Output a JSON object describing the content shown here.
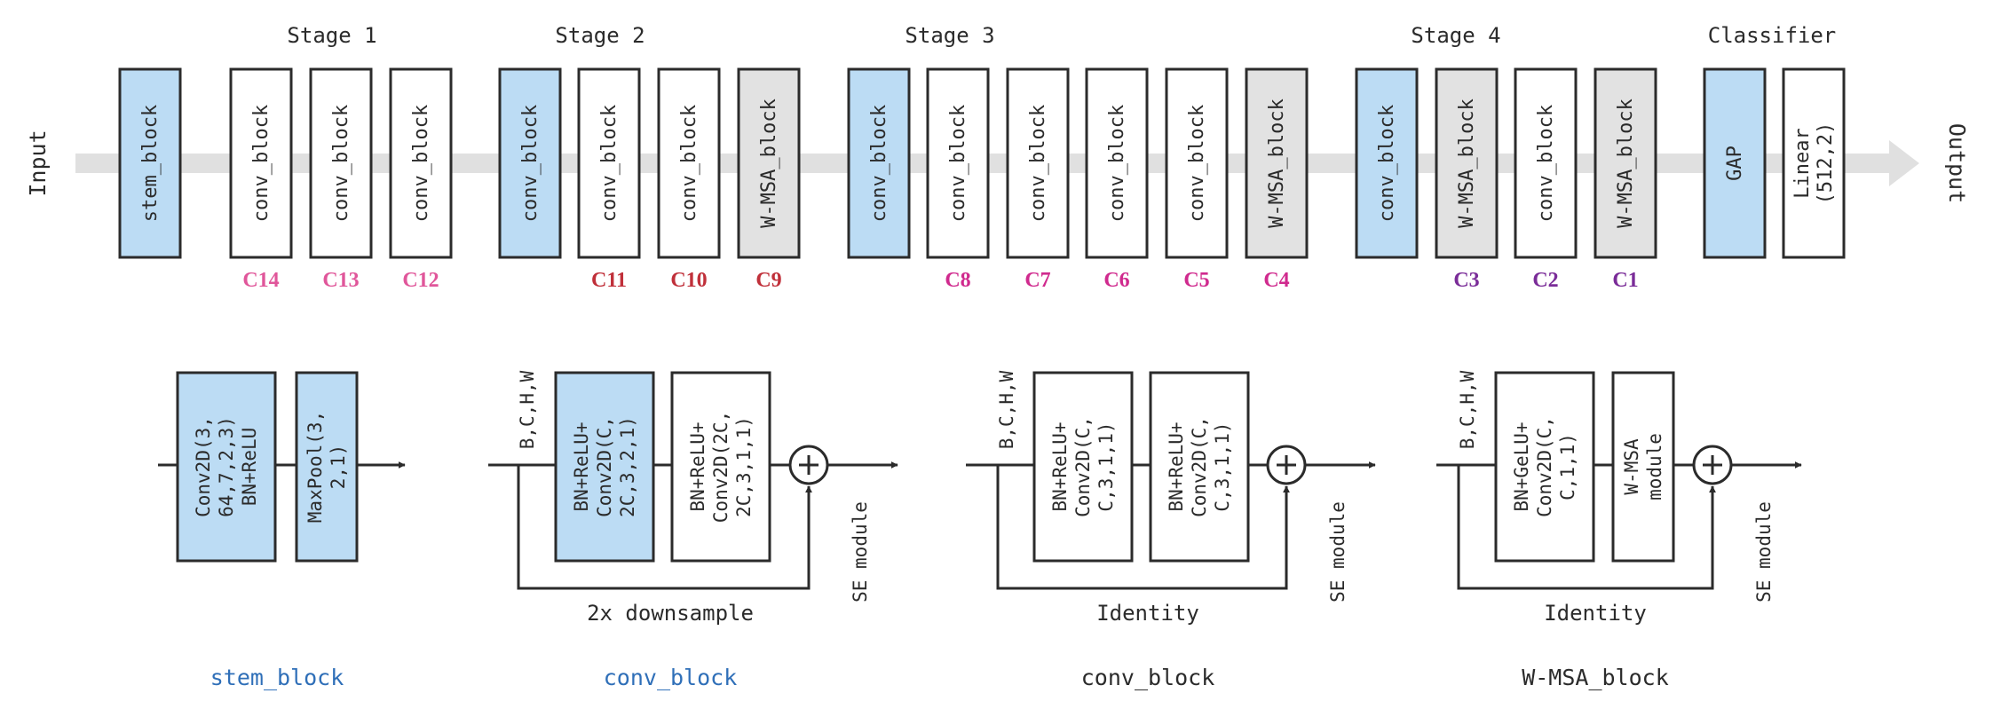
{
  "colors": {
    "blue_fill": "#bcdcf4",
    "gray_fill": "#e2e2e2",
    "stroke": "#2b2b2b",
    "track": "#e0e0e0",
    "pink": "#e0569a",
    "red": "#c0303a",
    "magenta": "#d02a8e",
    "purple": "#7a2c98",
    "title_blue": "#2f6fb8"
  },
  "io": {
    "input": "Input",
    "output": "Output"
  },
  "stages": [
    "Stage 1",
    "Stage 2",
    "Stage 3",
    "Stage 4",
    "Classifier"
  ],
  "pipeline": [
    {
      "label": "stem_block",
      "fill": "blue",
      "code": ""
    },
    {
      "label": "conv_block",
      "fill": "white",
      "code": "C14",
      "code_color": "pink"
    },
    {
      "label": "conv_block",
      "fill": "white",
      "code": "C13",
      "code_color": "pink"
    },
    {
      "label": "conv_block",
      "fill": "white",
      "code": "C12",
      "code_color": "pink"
    },
    {
      "label": "conv_block",
      "fill": "blue",
      "code": ""
    },
    {
      "label": "conv_block",
      "fill": "white",
      "code": "C11",
      "code_color": "red"
    },
    {
      "label": "conv_block",
      "fill": "white",
      "code": "C10",
      "code_color": "red"
    },
    {
      "label": "W-MSA_block",
      "fill": "gray",
      "code": "C9",
      "code_color": "red"
    },
    {
      "label": "conv_block",
      "fill": "blue",
      "code": ""
    },
    {
      "label": "conv_block",
      "fill": "white",
      "code": "C8",
      "code_color": "magenta"
    },
    {
      "label": "conv_block",
      "fill": "white",
      "code": "C7",
      "code_color": "magenta"
    },
    {
      "label": "conv_block",
      "fill": "white",
      "code": "C6",
      "code_color": "magenta"
    },
    {
      "label": "conv_block",
      "fill": "white",
      "code": "C5",
      "code_color": "magenta"
    },
    {
      "label": "W-MSA_block",
      "fill": "gray",
      "code": "C4",
      "code_color": "magenta"
    },
    {
      "label": "conv_block",
      "fill": "blue",
      "code": ""
    },
    {
      "label": "W-MSA_block",
      "fill": "gray",
      "code": "C3",
      "code_color": "purple"
    },
    {
      "label": "conv_block",
      "fill": "white",
      "code": "C2",
      "code_color": "purple"
    },
    {
      "label": "W-MSA_block",
      "fill": "gray",
      "code": "C1",
      "code_color": "purple"
    },
    {
      "label": "GAP",
      "fill": "blue",
      "code": ""
    },
    {
      "label": "Linear\n(512,2)",
      "fill": "white",
      "code": ""
    }
  ],
  "details": {
    "stem": {
      "title": "stem_block",
      "box1": "Conv2D(3,\n64,7,2,3)\nBN+ReLU",
      "box2": "MaxPool(3,\n2,1)"
    },
    "conv_down": {
      "title": "conv_block",
      "input": "B,C,H,W",
      "box1": "BN+ReLU+\nConv2D(C,\n2C,3,2,1)",
      "box2": "BN+ReLU+\nConv2D(2C,\n2C,3,1,1)",
      "se": "SE module",
      "skip": "2x downsample"
    },
    "conv_id": {
      "title": "conv_block",
      "input": "B,C,H,W",
      "box1": "BN+ReLU+\nConv2D(C,\nC,3,1,1)",
      "box2": "BN+ReLU+\nConv2D(C,\nC,3,1,1)",
      "se": "SE module",
      "skip": "Identity"
    },
    "wmsa": {
      "title": "W-MSA_block",
      "input": "B,C,H,W",
      "box1": "BN+GeLU+\nConv2D(C,\nC,1,1)",
      "box2": "W-MSA\nmodule",
      "se": "SE module",
      "skip": "Identity"
    }
  }
}
